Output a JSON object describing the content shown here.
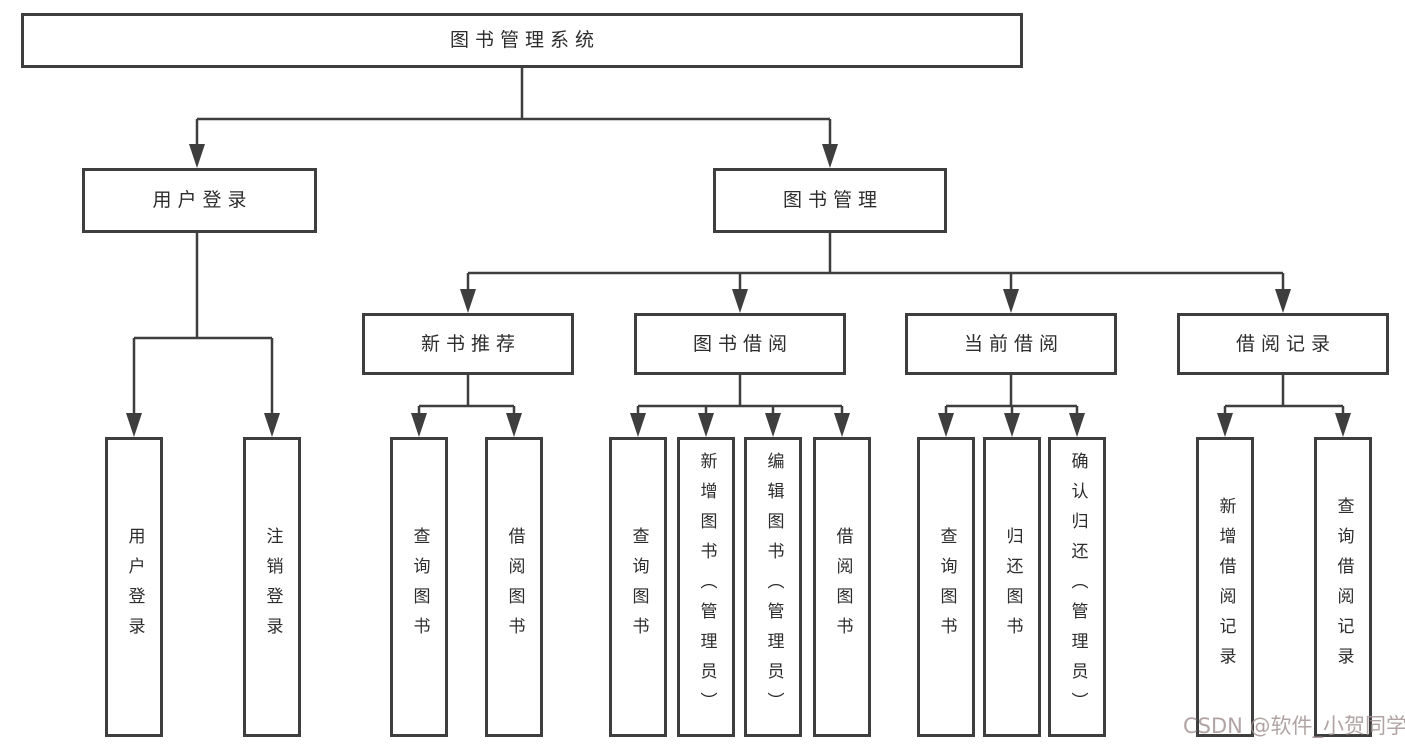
{
  "tree": {
    "root": {
      "label": "图书管理系统",
      "children": [
        {
          "label": "用户登录",
          "children": [
            {
              "label": "用户登录"
            },
            {
              "label": "注销登录"
            }
          ]
        },
        {
          "label": "图书管理",
          "children": [
            {
              "label": "新书推荐",
              "children": [
                {
                  "label": "查询图书"
                },
                {
                  "label": "借阅图书"
                }
              ]
            },
            {
              "label": "图书借阅",
              "children": [
                {
                  "label": "查询图书"
                },
                {
                  "label": "新增图书（管理员）"
                },
                {
                  "label": "编辑图书（管理员）"
                },
                {
                  "label": "借阅图书"
                }
              ]
            },
            {
              "label": "当前借阅",
              "children": [
                {
                  "label": "查询图书"
                },
                {
                  "label": "归还图书"
                },
                {
                  "label": "确认归还（管理员）"
                }
              ]
            },
            {
              "label": "借阅记录",
              "children": [
                {
                  "label": "新增借阅记录"
                },
                {
                  "label": "查询借阅记录"
                }
              ]
            }
          ]
        }
      ]
    }
  },
  "watermark": {
    "text": "CSDN @软件_小贺同学"
  },
  "colors": {
    "line": "#3e3e3e",
    "text": "#2d2d2d",
    "background": "#ffffff",
    "watermark": "#a49494"
  }
}
